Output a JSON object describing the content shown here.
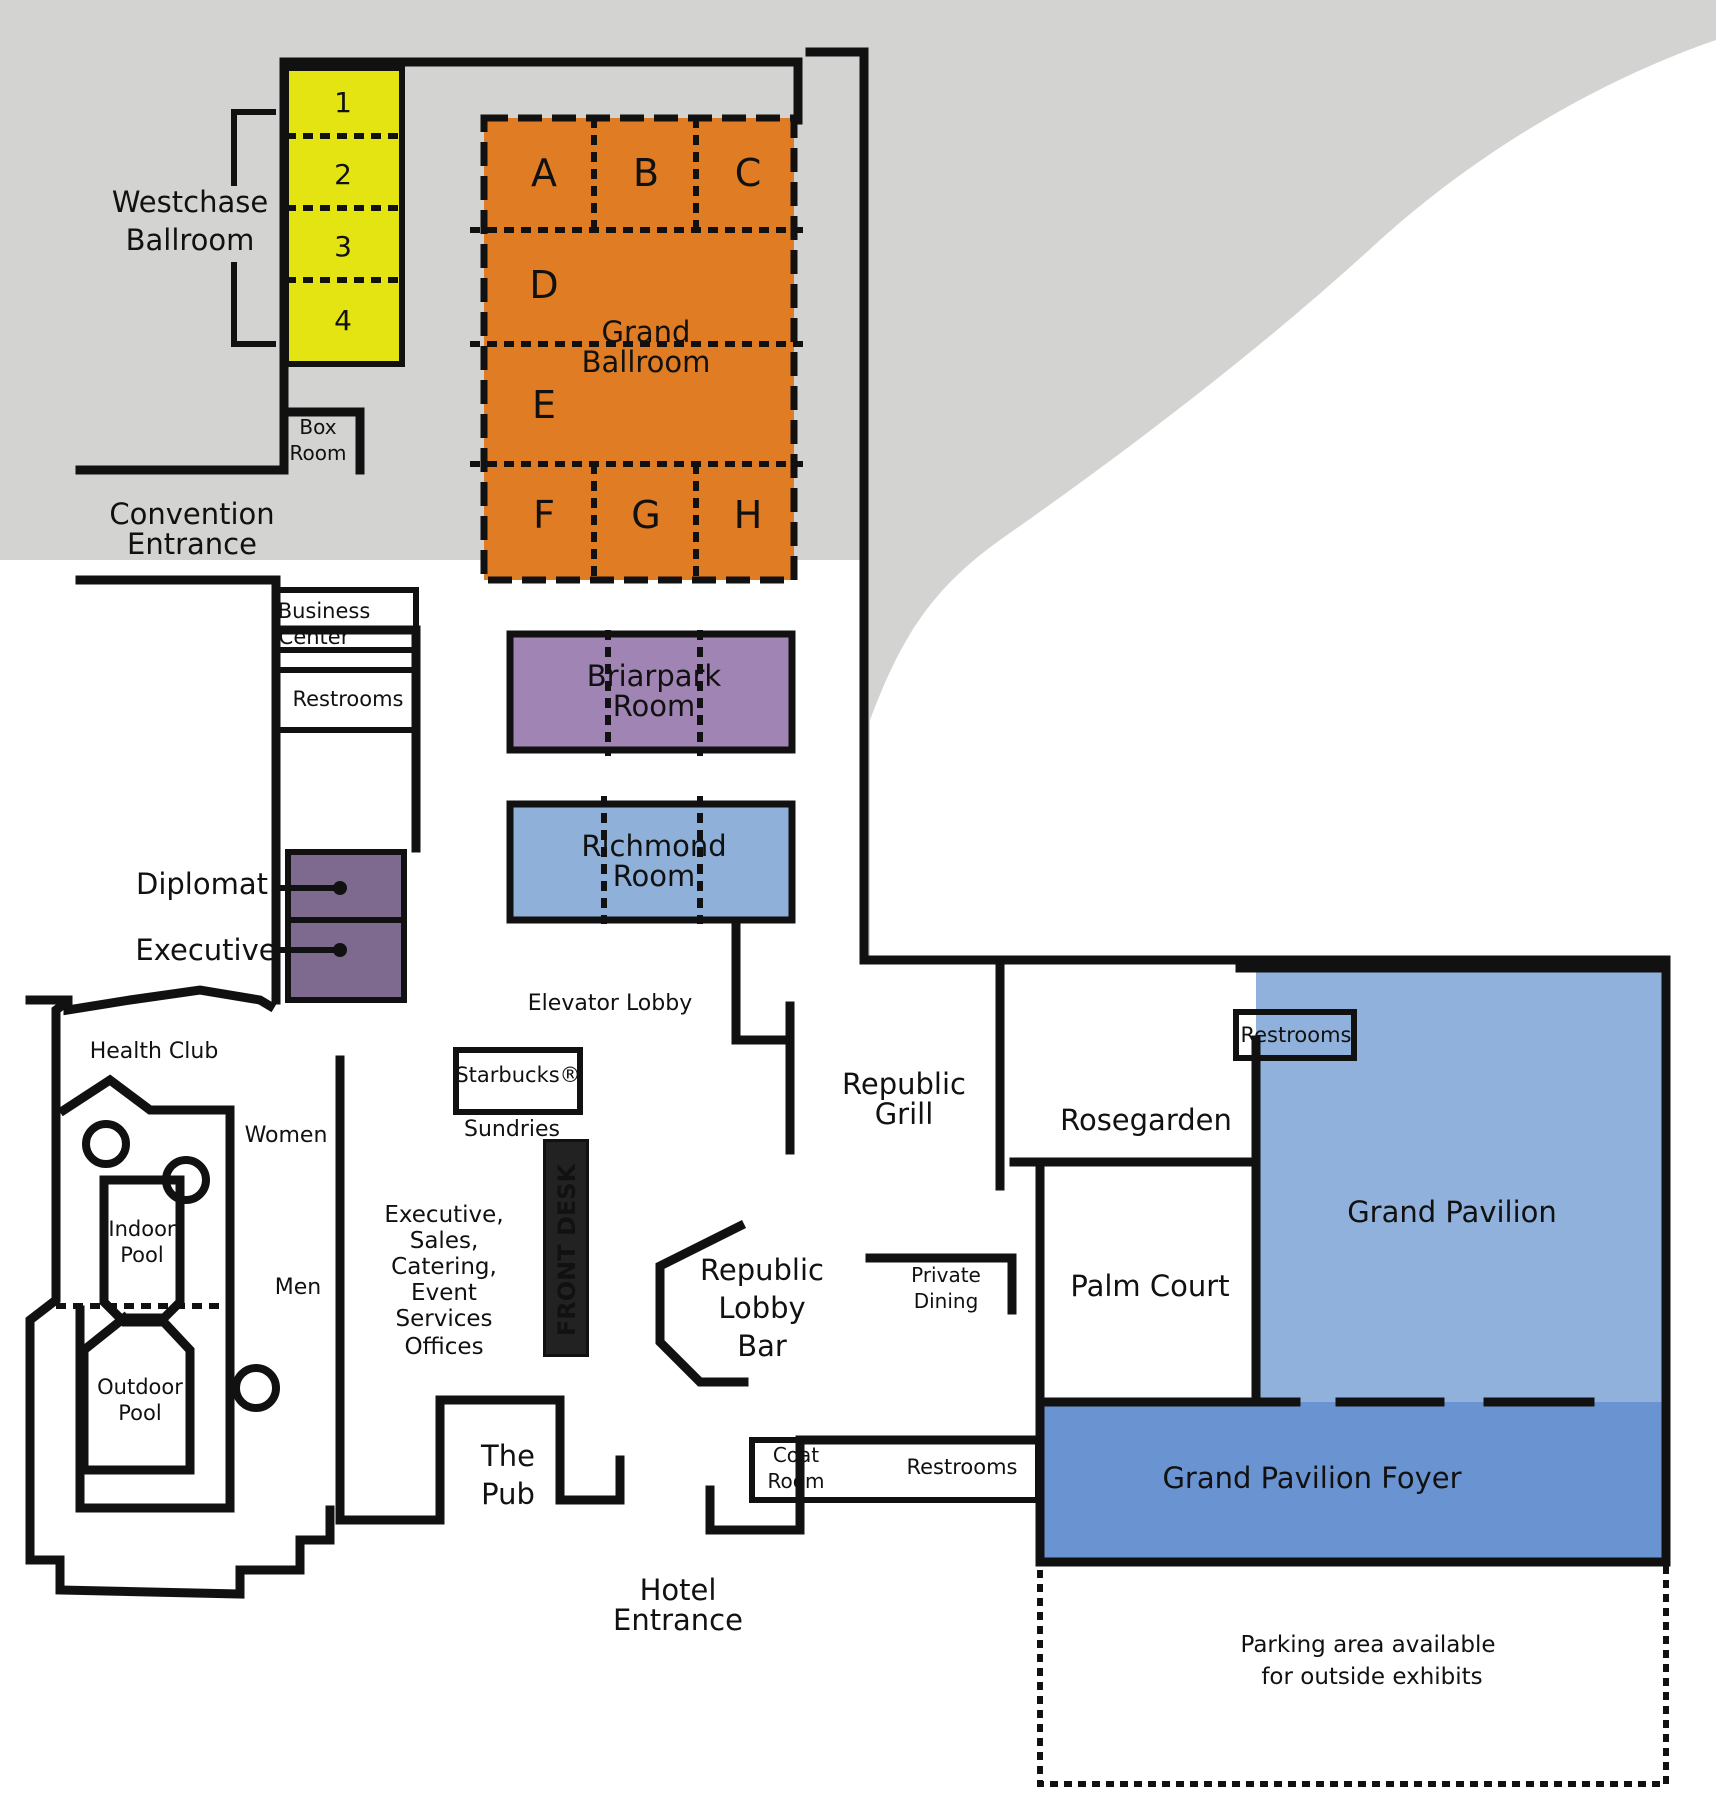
{
  "colors": {
    "background": "#ffffff",
    "shade": "#d3d3d2",
    "westchase": "#e4e412",
    "grand_ballroom": "#e07c23",
    "briarpark": "#a084b3",
    "richmond": "#8fb0d8",
    "diplomat_executive": "#7d6a8e",
    "grand_pavilion": "#8fb1dc",
    "grand_pavilion_foyer": "#6a93d2",
    "wall": "#111111"
  },
  "westchase": {
    "title_line1": "Westchase",
    "title_line2": "Ballroom",
    "sections": [
      "1",
      "2",
      "3",
      "4"
    ]
  },
  "box_room": {
    "line1": "Box",
    "line2": "Room"
  },
  "convention_entrance": {
    "line1": "Convention",
    "line2": "Entrance"
  },
  "grand_ballroom": {
    "title_line1": "Grand",
    "title_line2": "Ballroom",
    "sections": [
      "A",
      "B",
      "C",
      "D",
      "E",
      "F",
      "G",
      "H"
    ]
  },
  "business_center": {
    "line1": "Business",
    "line2": "Center"
  },
  "restrooms_west": "Restrooms",
  "briarpark": {
    "line1": "Briarpark",
    "line2": "Room"
  },
  "richmond": {
    "line1": "Richmond",
    "line2": "Room"
  },
  "diplomat": "Diplomat",
  "executive": "Executive",
  "elevator_lobby": "Elevator Lobby",
  "health_club": "Health Club",
  "starbucks": "Starbucks®",
  "sundries": "Sundries",
  "women": "Women",
  "men": "Men",
  "indoor_pool": {
    "line1": "Indoor",
    "line2": "Pool"
  },
  "outdoor_pool": {
    "line1": "Outdoor",
    "line2": "Pool"
  },
  "offices": [
    "Executive,",
    "Sales,",
    "Catering,",
    "Event",
    "Services",
    "Offices"
  ],
  "front_desk": "FRONT DESK",
  "the_pub": {
    "line1": "The",
    "line2": "Pub"
  },
  "hotel_entrance": {
    "line1": "Hotel",
    "line2": "Entrance"
  },
  "republic_grill": {
    "line1": "Republic",
    "line2": "Grill"
  },
  "republic_lobby_bar": {
    "line1": "Republic",
    "line2": "Lobby",
    "line3": "Bar"
  },
  "private_dining": {
    "line1": "Private",
    "line2": "Dining"
  },
  "coat_room": {
    "line1": "Coat",
    "line2": "Room"
  },
  "restrooms_south": "Restrooms",
  "rosegarden": "Rosegarden",
  "palm_court": "Palm Court",
  "restrooms_east": "Restrooms",
  "grand_pavilion": "Grand Pavilion",
  "grand_pavilion_foyer": "Grand Pavilion  Foyer",
  "parking": {
    "line1": "Parking area available",
    "line2": "for outside exhibits"
  }
}
